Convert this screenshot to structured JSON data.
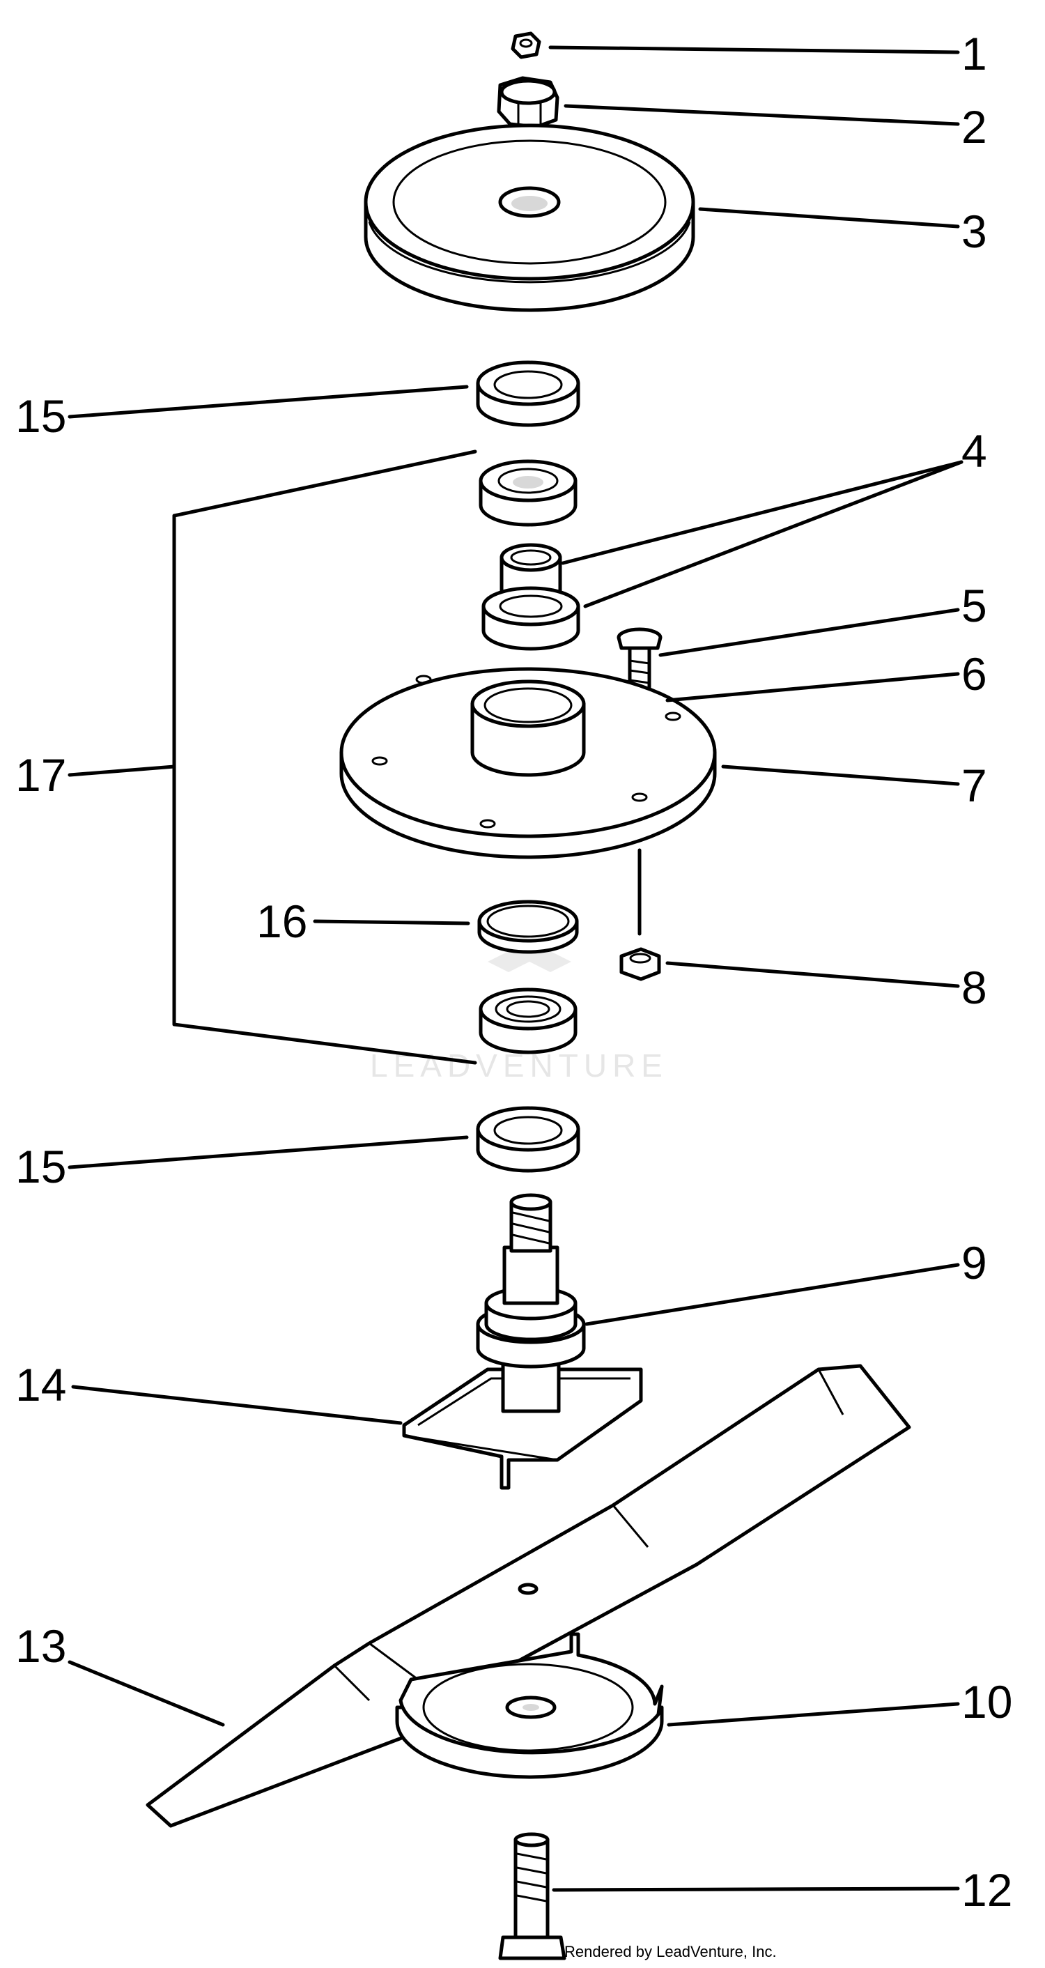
{
  "callouts": [
    "1",
    "2",
    "3",
    "4",
    "5",
    "6",
    "7",
    "8",
    "9",
    "10",
    "12",
    "13",
    "14",
    "15",
    "15",
    "16",
    "17"
  ],
  "watermark": "LEADVENTURE",
  "credit": "Rendered by LeadVenture, Inc."
}
